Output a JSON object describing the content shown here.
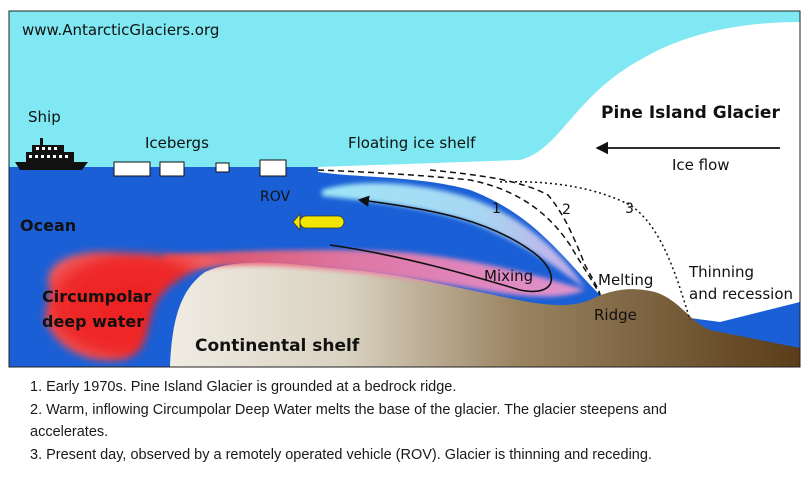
{
  "watermark": "www.AntarcticGlaciers.org",
  "labels": {
    "ship": "Ship",
    "icebergs": "Icebergs",
    "floating_ice_shelf": "Floating ice shelf",
    "glacier": "Pine Island Glacier",
    "ice_flow": "Ice flow",
    "rov": "ROV",
    "ocean": "Ocean",
    "cdw_line1": "Circumpolar",
    "cdw_line2": "deep water",
    "mixing": "Mixing",
    "melting": "Melting",
    "ridge": "Ridge",
    "thinning_line1": "Thinning",
    "thinning_line2": "and recession",
    "continental_shelf": "Continental shelf",
    "position_1": "1",
    "position_2": "2",
    "position_3": "3"
  },
  "captions": [
    "1. Early 1970s. Pine Island Glacier is grounded at a bedrock ridge.",
    "2. Warm, inflowing Circumpolar Deep Water melts the base of the glacier. The glacier steepens and",
    "accelerates.",
    "3. Present day, observed by a remotely operated vehicle (ROV). Glacier is thinning and receding."
  ],
  "colors": {
    "sky": "#7fe8f2",
    "ocean": "#1a5fd6",
    "glacier": "#ffffff",
    "warm_water": "#ee2a2a",
    "meltwater": "#f28ac0",
    "cold_water": "#8ad8f5",
    "bedrock_light": "#e6e0d2",
    "bedrock_dark": "#5a3c18",
    "rov": "#f2e600"
  }
}
